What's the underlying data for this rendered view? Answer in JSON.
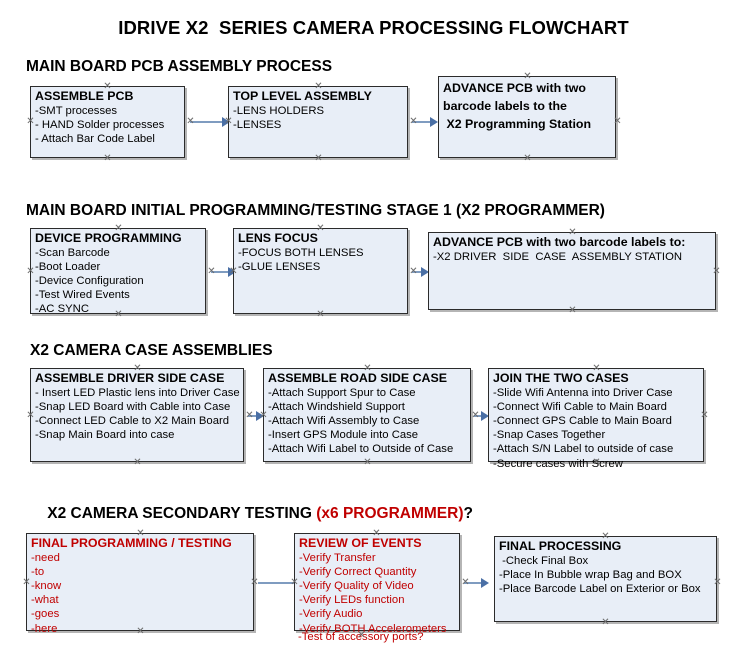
{
  "document": {
    "title": "IDRIVE X2  SERIES CAMERA PROCESSING FLOWCHART"
  },
  "sections": [
    {
      "id": "main-board-pcb-assembly-process",
      "heading": "MAIN BOARD PCB ASSEMBLY PROCESS",
      "heading_accent": "",
      "heading_suffix": "",
      "boxes": [
        {
          "id": "assemble-pcb",
          "title": "ASSEMBLE PCB",
          "title_color": "black",
          "lines": [
            "-SMT processes",
            "- HAND Solder processes",
            "- Attach Bar Code Label"
          ]
        },
        {
          "id": "top-level-assembly",
          "title": "TOP LEVEL ASSEMBLY",
          "title_color": "black",
          "lines": [
            "-LENS HOLDERS",
            "-LENSES"
          ]
        },
        {
          "id": "advance-pcb-x2-programming-station",
          "title": "ADVANCE PCB with two\nbarcode labels to the\n X2 Programming Station",
          "title_color": "black",
          "lines": []
        }
      ]
    },
    {
      "id": "main-board-initial-programming-testing-stage-1",
      "heading": "MAIN BOARD INITIAL PROGRAMMING/TESTING STAGE 1 (X2 PROGRAMMER)",
      "heading_accent": "",
      "heading_suffix": "",
      "boxes": [
        {
          "id": "device-programming",
          "title": "DEVICE PROGRAMMING",
          "title_color": "black",
          "lines": [
            "-Scan Barcode",
            "-Boot Loader",
            "-Device Configuration",
            "-Test Wired Events",
            "-AC SYNC"
          ]
        },
        {
          "id": "lens-focus",
          "title": "LENS FOCUS",
          "title_color": "black",
          "lines": [
            "-FOCUS BOTH LENSES",
            "-GLUE LENSES"
          ]
        },
        {
          "id": "advance-pcb-driver-side-case-station",
          "title": "ADVANCE PCB with two barcode labels to:",
          "title_color": "black",
          "lines": [
            "-X2 DRIVER  SIDE  CASE  ASSEMBLY STATION"
          ]
        }
      ]
    },
    {
      "id": "x2-camera-case-assemblies",
      "heading": "X2 CAMERA CASE ASSEMBLIES",
      "heading_accent": "",
      "heading_suffix": "",
      "boxes": [
        {
          "id": "assemble-driver-side-case",
          "title": "ASSEMBLE DRIVER SIDE CASE",
          "title_color": "black",
          "lines": [
            "- Insert LED Plastic lens into Driver Case",
            "-Snap LED Board with Cable into Case",
            "-Connect LED Cable to X2 Main Board",
            "-Snap Main Board into case"
          ]
        },
        {
          "id": "assemble-road-side-case",
          "title": "ASSEMBLE ROAD SIDE CASE",
          "title_color": "black",
          "lines": [
            "-Attach Support Spur to Case",
            "-Attach Windshield Support",
            "-Attach Wifi Assembly to Case",
            "-Insert GPS Module into Case",
            "-Attach Wifi Label to Outside of Case"
          ]
        },
        {
          "id": "join-the-two-cases",
          "title": "JOIN THE TWO CASES",
          "title_color": "black",
          "lines": [
            "-Slide Wifi Antenna into Driver Case",
            "-Connect Wifi Cable to Main Board",
            "-Connect GPS Cable to Main Board",
            "-Snap Cases Together",
            "-Attach S/N Label to outside of case",
            "-Secure cases with Screw"
          ]
        }
      ]
    },
    {
      "id": "x2-camera-secondary-testing",
      "heading": "X2 CAMERA SECONDARY TESTING ",
      "heading_accent": "(x6 PROGRAMMER)",
      "heading_suffix": "?",
      "boxes": [
        {
          "id": "final-programming-testing",
          "title": "FINAL PROGRAMMING / TESTING",
          "title_color": "red",
          "lines": [
            "-need",
            "-to",
            "-know",
            "-what",
            "-goes",
            "-here"
          ]
        },
        {
          "id": "review-of-events",
          "title": "REVIEW OF EVENTS",
          "title_color": "red",
          "lines": [
            "-Verify Transfer",
            "-Verify Correct Quantity",
            "-Verify Quality of Video",
            "-Verify LEDs function",
            "-Verify Audio",
            "-Verify BOTH Accelerometers"
          ],
          "overflow_line": "-Test of accessory ports?"
        },
        {
          "id": "final-processing",
          "title": "FINAL PROCESSING",
          "title_color": "black",
          "lines": [
            " -Check Final Box",
            "-Place In Bubble wrap Bag and BOX",
            "-Place Barcode Label on Exterior or Box"
          ]
        }
      ]
    }
  ],
  "colors": {
    "box_fill": "#e8eef7",
    "box_border": "#2b2b2b",
    "accent_red": "#c00000",
    "connector": "#7f9cc0",
    "arrowhead": "#4a6fa5"
  }
}
